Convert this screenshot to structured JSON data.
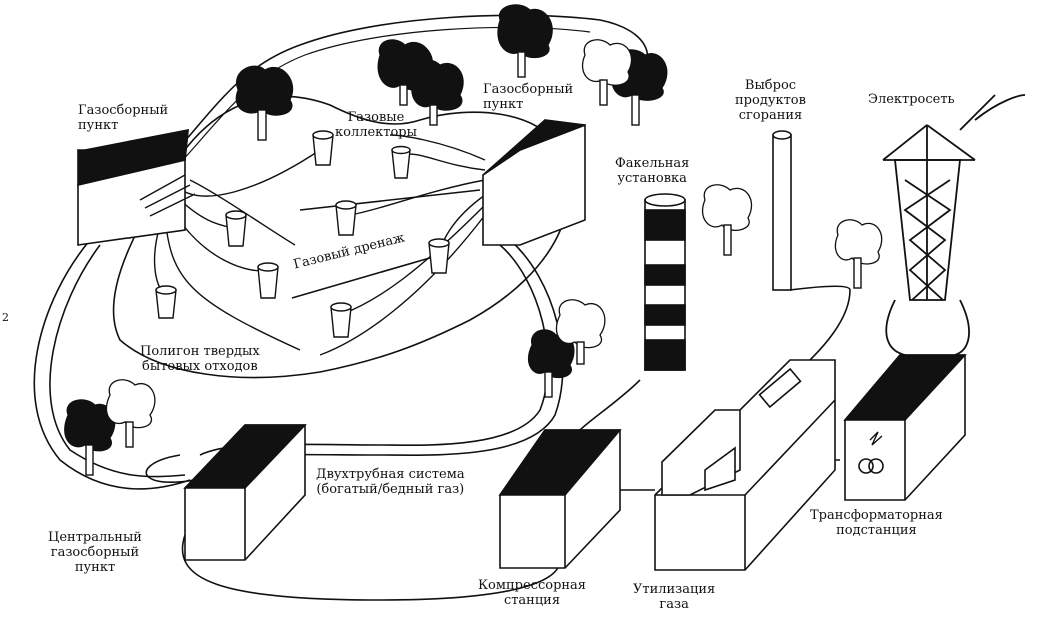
{
  "labels": {
    "gas_point_left": [
      "Газосборный",
      "пункт"
    ],
    "gas_collectors": [
      "Газовые",
      "коллекторы"
    ],
    "gas_point_right": [
      "Газосборный",
      "пункт"
    ],
    "emission": [
      "Выброс",
      "продуктов",
      "сгорания"
    ],
    "power_grid": "Электросеть",
    "flare": [
      "Факельная",
      "установка"
    ],
    "gas_drainage": "Газовый дренаж",
    "landfill": [
      "Полигон твердых",
      "бытовых отходов"
    ],
    "two_pipe": [
      "Двухтрубная система",
      "(богатый/бедный газ)"
    ],
    "central_point": [
      "Центральный",
      "газосборный",
      "пункт"
    ],
    "compressor": [
      "Компрессорная",
      "станция"
    ],
    "gas_utilization": [
      "Утилизация",
      "газа"
    ],
    "transformer": [
      "Трансформаторная",
      "подстанция"
    ],
    "margin_mark": "2"
  },
  "colors": {
    "ink": "#111111",
    "paper": "#ffffff"
  }
}
